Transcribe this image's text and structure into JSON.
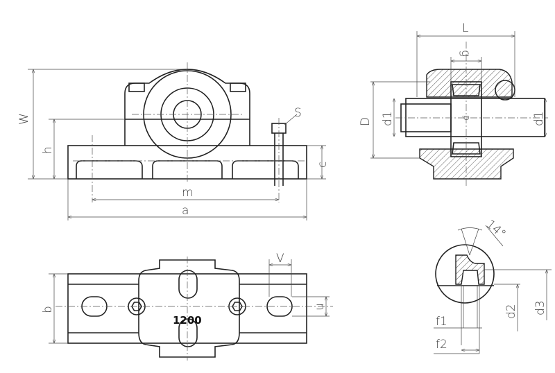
{
  "front_view": {
    "labels": {
      "w": "W",
      "h": "h",
      "m": "m",
      "a": "a",
      "s": "S",
      "c": "c"
    }
  },
  "side_view": {
    "labels": {
      "L": "L",
      "g": "g",
      "D": "D",
      "d1_left": "d1",
      "d": "d",
      "d1_right": "d1"
    }
  },
  "top_view": {
    "labels": {
      "v": "V",
      "u": "u",
      "b": "b"
    },
    "marking": "1200"
  },
  "detail_view": {
    "labels": {
      "angle": "14°",
      "f1": "f1",
      "f2": "f2",
      "d2": "d2",
      "d3": "d3"
    }
  },
  "colors": {
    "line": "#222222",
    "background": "#ffffff"
  }
}
